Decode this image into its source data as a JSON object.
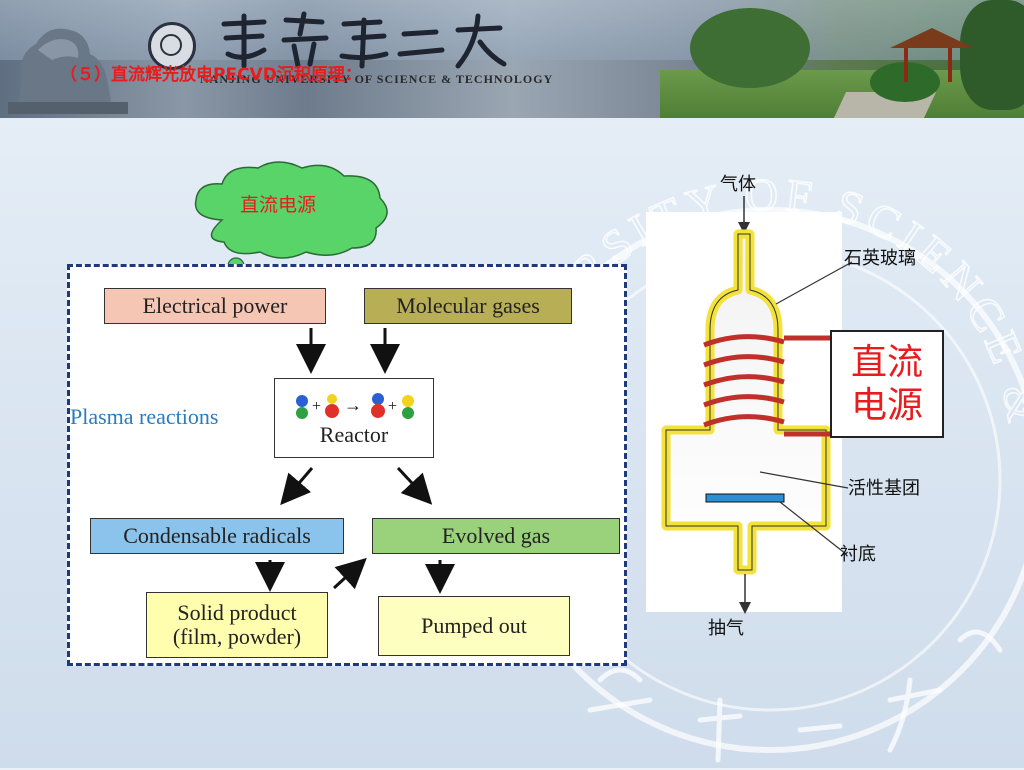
{
  "header": {
    "university_en": "NANJING UNIVERSITY OF SCIENCE & TECHNOLOGY"
  },
  "slide": {
    "title": "（５）直流辉光放电PECVD沉积原理："
  },
  "watermark_text": "UNIVERSITY OF SCIENCE & TECHNOLOGY",
  "callout": {
    "label": "直流电源"
  },
  "flow": {
    "electrical_power": "Electrical power",
    "molecular_gases": "Molecular gases",
    "plasma_reactions": "Plasma reactions",
    "reactor_equation": "+ → +",
    "reactor_label": "Reactor",
    "condensable_radicals": "Condensable radicals",
    "evolved_gas": "Evolved gas",
    "solid_product_line1": "Solid product",
    "solid_product_line2": "(film, powder)",
    "pumped_out": "Pumped out"
  },
  "reactor_diagram": {
    "gas_in": "气体",
    "quartz_glass": "石英玻璃",
    "dc_power": "直流\n电源",
    "active_radicals": "活性基团",
    "substrate": "衬底",
    "exhaust": "抽气"
  },
  "colors": {
    "title_red": "#e81c1c",
    "plasma_blue": "#2a7cc0",
    "frame_border": "#1e3a7a",
    "cloud_green": "#58d468",
    "tube_yellow": "#f3e23a",
    "coil_red": "#c0302a",
    "substrate_blue": "#2b8fd6"
  }
}
